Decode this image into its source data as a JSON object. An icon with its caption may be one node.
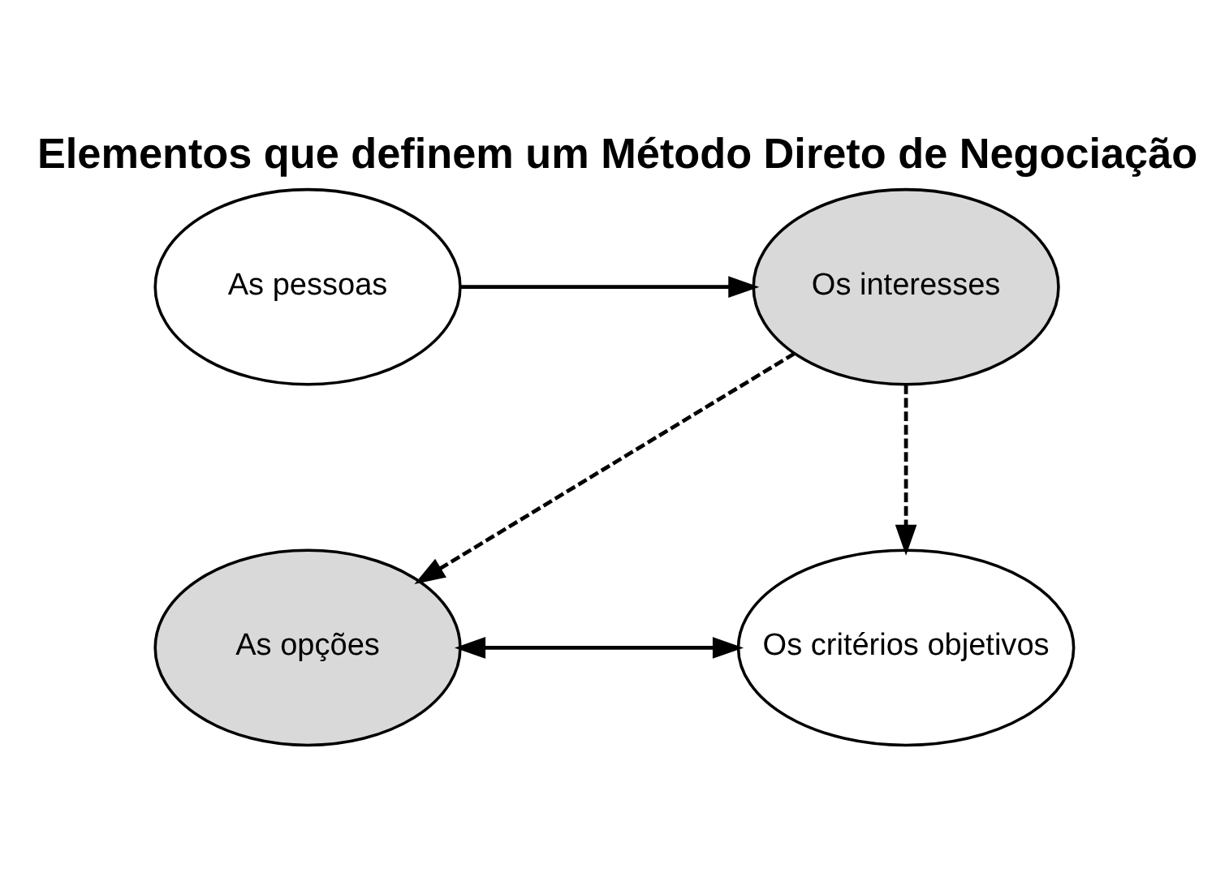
{
  "diagram": {
    "title": "Elementos que definem um Método Direto de Negociação",
    "nodes": [
      {
        "text": [
          "As pessoas"
        ]
      },
      {
        "text": [
          "Os interesses"
        ]
      },
      {
        "text": [
          "As opções"
        ]
      },
      {
        "text": [
          "Os critérios objetivos"
        ]
      }
    ],
    "edges": [
      {
        "from": 0,
        "to": 1,
        "arrow": "to"
      },
      {
        "from": 1,
        "to": 2,
        "arrow": "to",
        "style": "dashed"
      },
      {
        "from": 1,
        "to": 3,
        "arrow": "to",
        "style": "dashed"
      },
      {
        "from": 2,
        "to": 3,
        "arrow": "both"
      }
    ]
  }
}
